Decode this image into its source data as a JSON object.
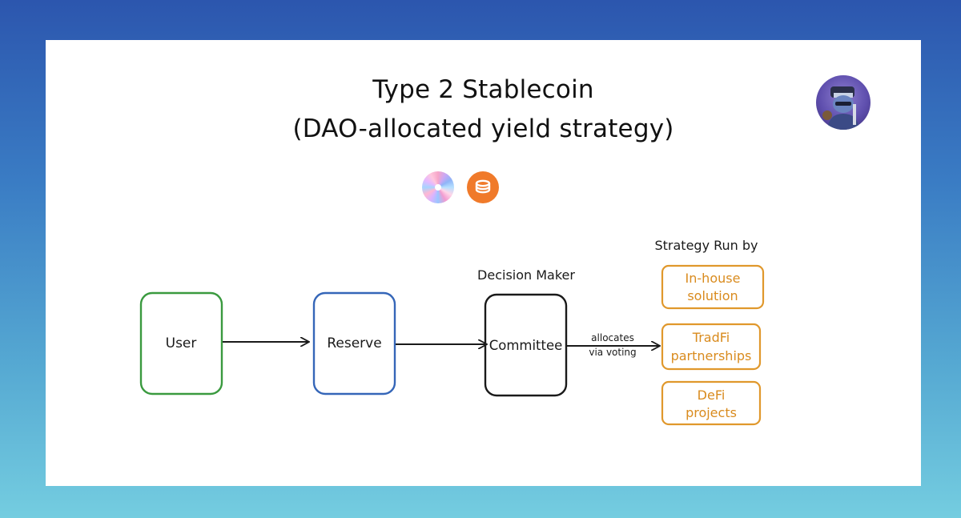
{
  "title": {
    "line1": "Type 2 Stablecoin",
    "line2": "(DAO-allocated yield strategy)"
  },
  "icons": {
    "logo_left": "pinwheel-logo",
    "logo_right": "coin-stack-logo",
    "avatar": "profile-avatar"
  },
  "diagram": {
    "nodes": {
      "user": "User",
      "reserve": "Reserve",
      "committee": "Committee"
    },
    "decision_maker_label": "Decision Maker",
    "edge_label_line1": "allocates",
    "edge_label_line2": "via voting",
    "strategy_header": "Strategy Run by",
    "strategies": [
      {
        "line1": "In-house",
        "line2": "solution"
      },
      {
        "line1": "TradFi",
        "line2": "partnerships"
      },
      {
        "line1": "DeFi",
        "line2": "projects"
      }
    ]
  },
  "colors": {
    "user_border": "#3a9a3f",
    "reserve_border": "#3566b8",
    "committee_border": "#1a1a1a",
    "strategy_border": "#e0982c",
    "strategy_text": "#d98b1e",
    "coin_logo": "#f07a2a"
  }
}
